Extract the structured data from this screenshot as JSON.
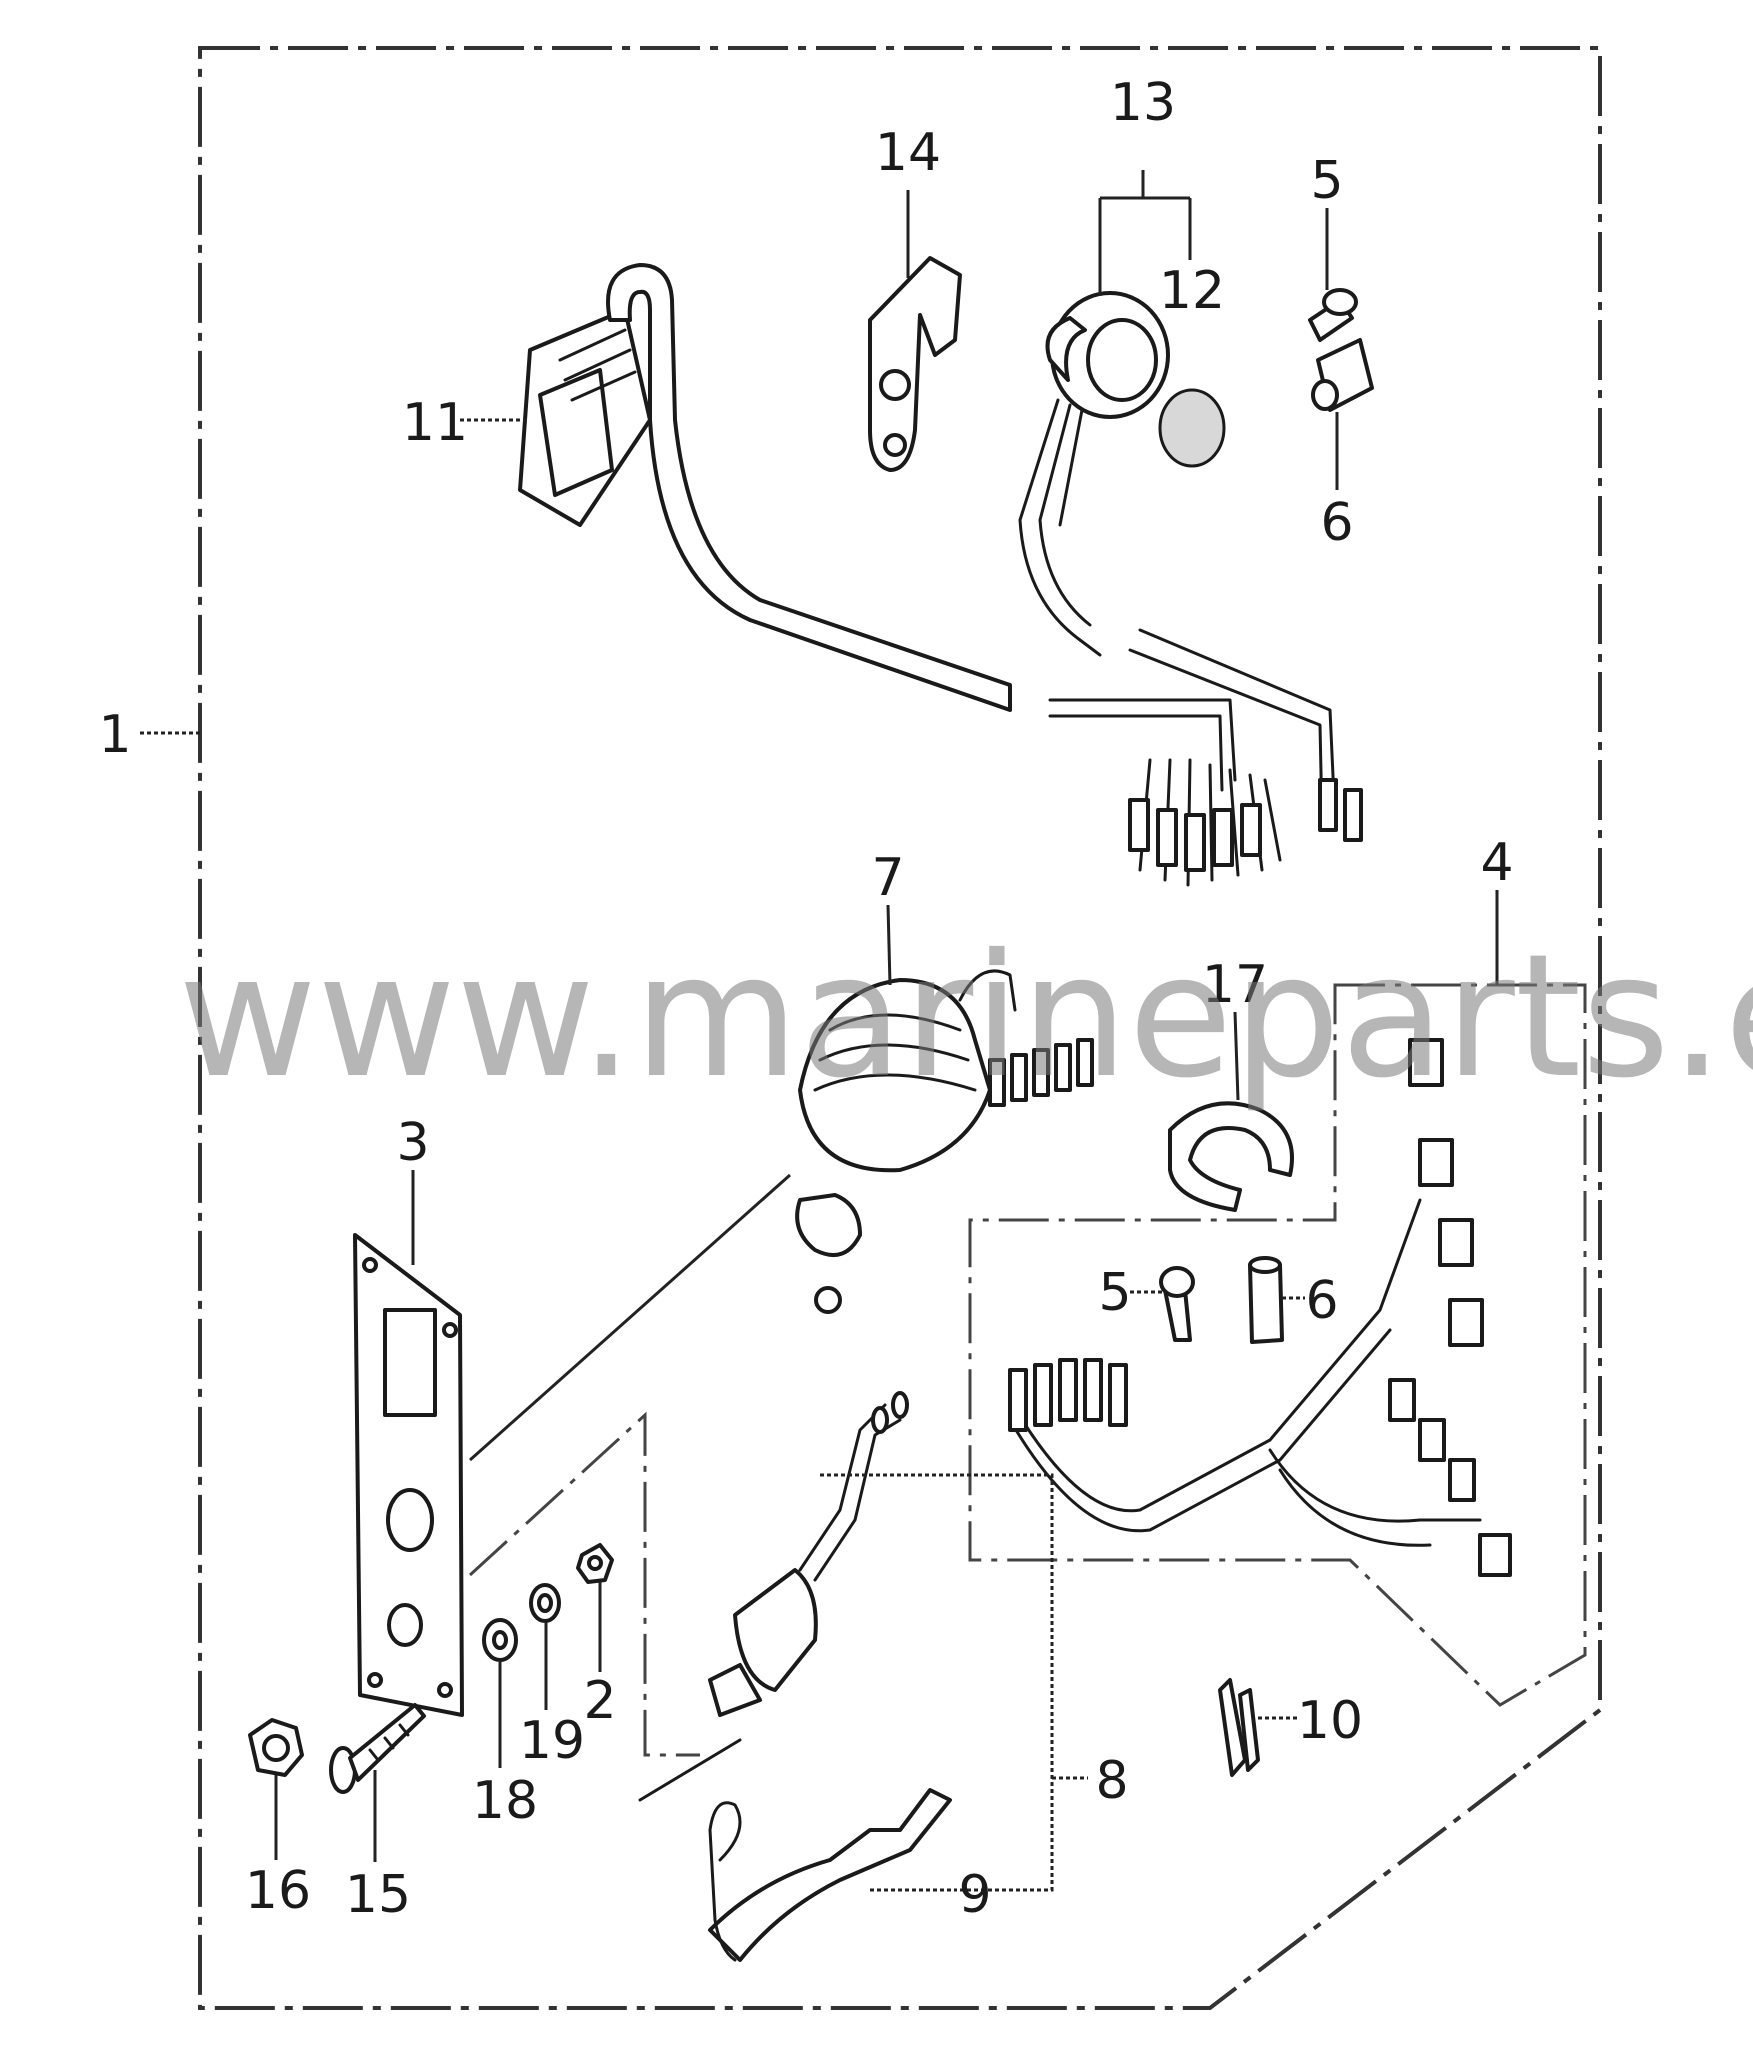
{
  "diagram": {
    "watermark": "www.marineparts.eu",
    "callouts": {
      "c1": "1",
      "c2": "2",
      "c3": "3",
      "c4": "4",
      "c5a": "5",
      "c5b": "5",
      "c6a": "6",
      "c6b": "6",
      "c7": "7",
      "c8": "8",
      "c9": "9",
      "c10": "10",
      "c11": "11",
      "c12": "12",
      "c13": "13",
      "c14": "14",
      "c15": "15",
      "c16": "16",
      "c17": "17",
      "c18": "18",
      "c19": "19"
    }
  }
}
